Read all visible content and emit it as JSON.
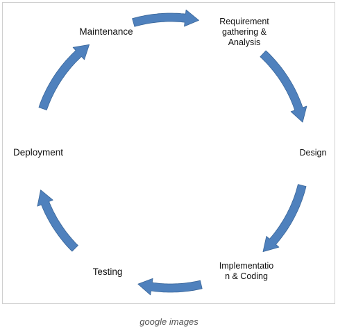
{
  "diagram": {
    "type": "cycle",
    "arrow_color": "#4f81bd",
    "arrow_edge_color": "#3a6699",
    "stages": {
      "maintenance": "Maintenance",
      "requirement": [
        "Requirement",
        "gathering &",
        "Analysis"
      ],
      "design": "Design",
      "implementation": [
        "Implementatio",
        "n & Coding"
      ],
      "testing": "Testing",
      "deployment": "Deployment"
    },
    "flow": [
      "maintenance",
      "requirement",
      "design",
      "implementation",
      "testing",
      "deployment"
    ]
  },
  "caption": "google images"
}
